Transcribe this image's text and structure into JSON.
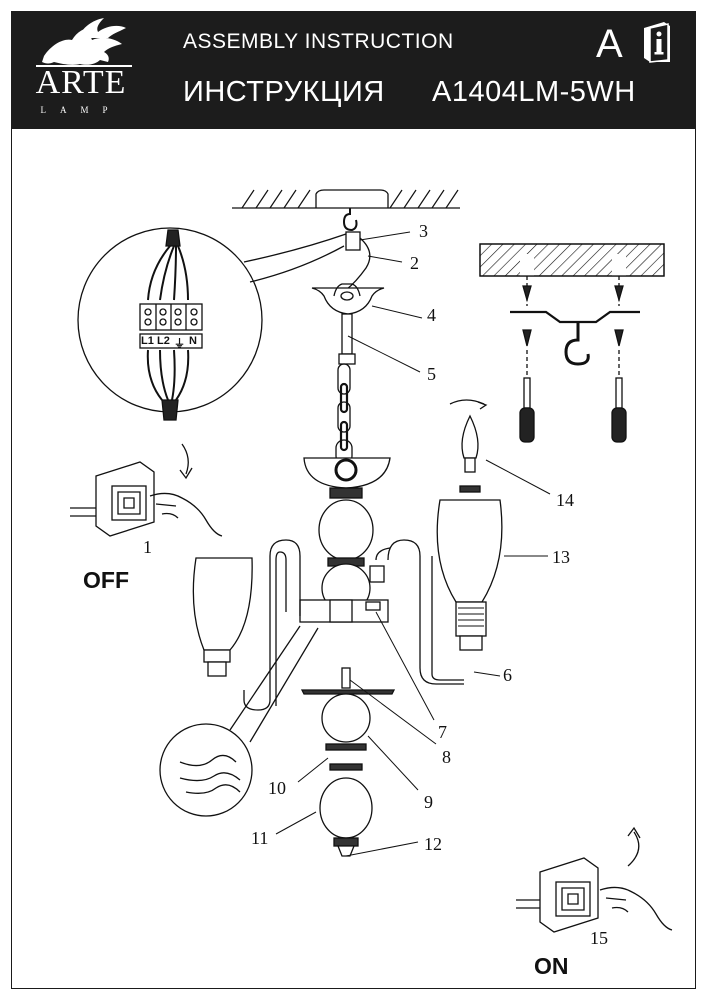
{
  "header": {
    "brand": "ARTE",
    "brand_sub": "LAMP",
    "title_en": "ASSEMBLY  INSTRUCTION",
    "title_ru": "ИНСТРУКЦИЯ",
    "model": "A1404LM-5WH",
    "language_mark": "A",
    "info_icon": "info-book-icon"
  },
  "terminal_labels": [
    "L1",
    "L2",
    "⏚",
    "N"
  ],
  "switch": {
    "off_label": "OFF",
    "on_label": "ON"
  },
  "callouts": {
    "c1": "1",
    "c2": "2",
    "c3": "3",
    "c4": "4",
    "c5": "5",
    "c6": "6",
    "c7": "7",
    "c8": "8",
    "c9": "9",
    "c10": "10",
    "c11": "11",
    "c12": "12",
    "c13": "13",
    "c14": "14",
    "c15": "15"
  },
  "colors": {
    "header_bg": "#1c1c1c",
    "line": "#111111",
    "paper": "#ffffff"
  }
}
